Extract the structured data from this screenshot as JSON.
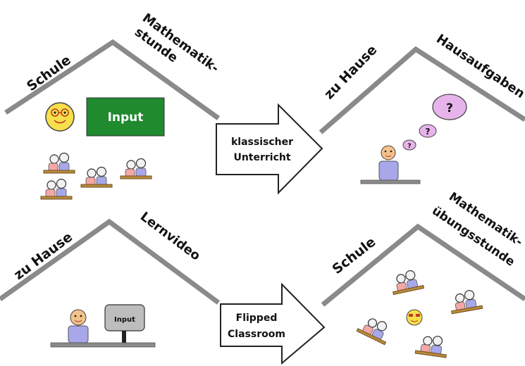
{
  "panels": {
    "top_left": {
      "place": "Schule",
      "activity_line1": "Mathematik-",
      "activity_line2": "stunde",
      "input_label": "Input"
    },
    "top_right": {
      "place": "zu Hause",
      "activity": "Hausaufgaben",
      "question_mark": "?"
    },
    "bottom_left": {
      "place": "zu Hause",
      "activity": "Lernvideo",
      "screen_label": "Input"
    },
    "bottom_right": {
      "place": "Schule",
      "activity_line1": "Mathematik-",
      "activity_line2": "übungsstunde"
    }
  },
  "arrows": {
    "classic": {
      "line1": "klassischer",
      "line2": "Unterricht"
    },
    "flipped": {
      "line1": "Flipped",
      "line2": "Classroom"
    }
  },
  "colors": {
    "roof": "#8a8a8a",
    "input_board": "#1f8a2e",
    "face": "#f7e04a",
    "student_pink": "#f4a7a7",
    "student_blue": "#a7a7ea",
    "thought_bubble": "#e6b3ea",
    "desk": "#b98a3c",
    "table_gray": "#8a8a8a"
  }
}
